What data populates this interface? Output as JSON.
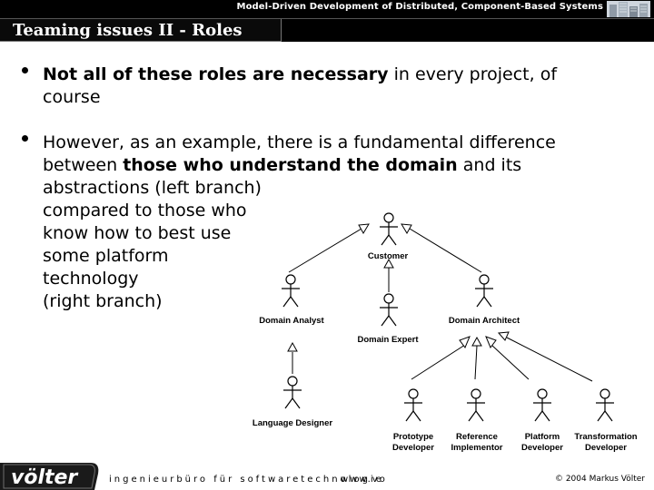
{
  "header": {
    "top_title": "Model-Driven Development of Distributed, Component-Based Systems",
    "slide_title": "Teaming issues II - Roles"
  },
  "bullets": [
    {
      "bold": "Not all of these roles are necessary",
      "rest": " in every project, of",
      "line2": "course"
    },
    {
      "line1": "However, as an example, there is a fundamental difference",
      "line2_pre": "between ",
      "line2_bold": "those who understand the domain",
      "line2_post": " and its",
      "line3": "abstractions (left branch)",
      "line4": "compared to those who",
      "line5": "know how to best use",
      "line6": "some platform",
      "line7": "technology",
      "line8": "(right branch)"
    }
  ],
  "diagram": {
    "customer": "Customer",
    "domain_analyst": "Domain Analyst",
    "domain_architect": "Domain Architect",
    "domain_expert": "Domain Expert",
    "language_designer": "Language Designer",
    "prototype_developer": [
      "Prototype",
      "Developer"
    ],
    "reference_implementor": [
      "Reference",
      "Implementor"
    ],
    "platform_developer": [
      "Platform",
      "Developer"
    ],
    "transformation_developer": [
      "Transformation",
      "Developer"
    ]
  },
  "footer": {
    "logo": "völter",
    "tagline": "ingenieurbüro für softwaretechnologie",
    "url": "www.vo",
    "copyright": "© 2004 Markus Völter"
  },
  "colors": {
    "bar": "#000000",
    "text": "#000000",
    "background": "#ffffff"
  }
}
